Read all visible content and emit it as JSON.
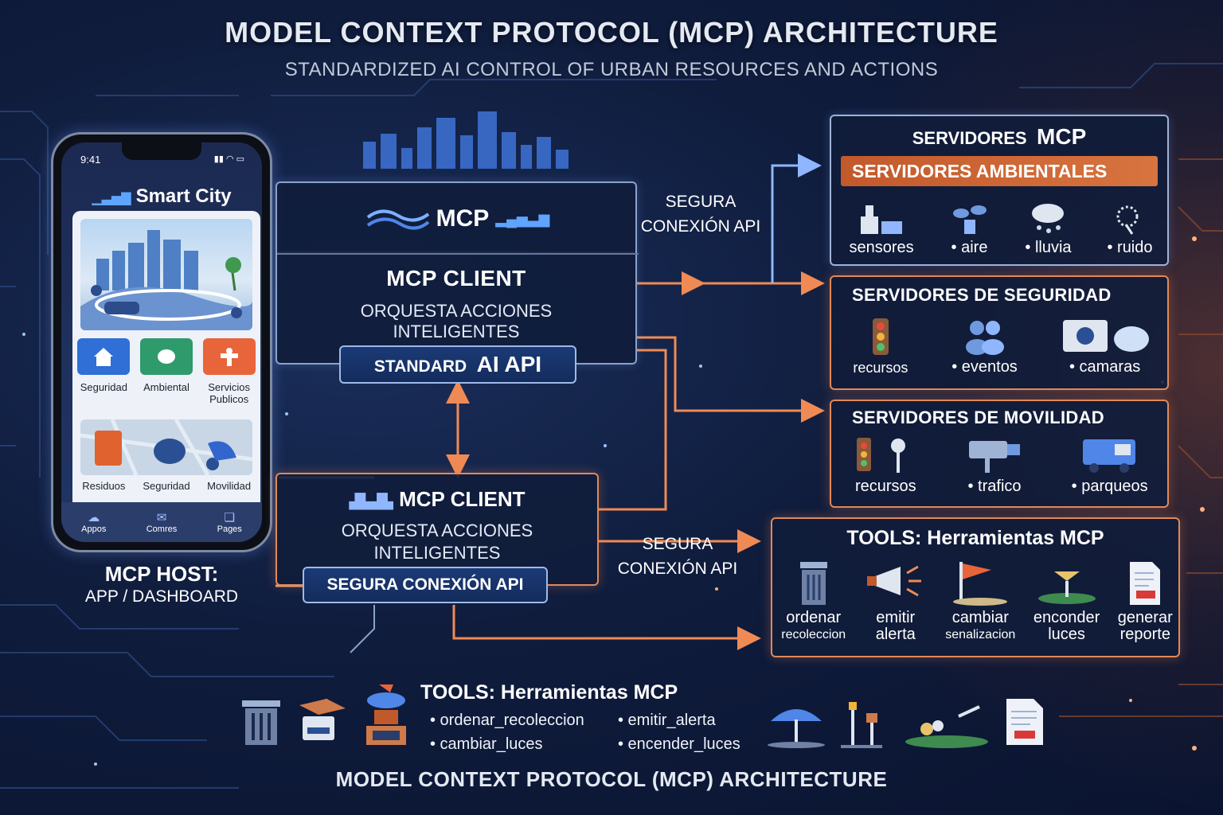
{
  "header": {
    "title": "MODEL CONTEXT PROTOCOL (MCP) ARCHITECTURE",
    "subtitle": "STANDARDIZED AI CONTROL OF URBAN RESOURCES AND ACTIONS"
  },
  "footer": {
    "title": "MODEL CONTEXT PROTOCOL (MCP) ARCHITECTURE"
  },
  "phone": {
    "time": "9:41",
    "app_title": "Smart City",
    "tiles_top": [
      "Seguridad",
      "Ambiental",
      "Servicios Publicos"
    ],
    "tiles_bottom": [
      "Residuos",
      "Seguridad",
      "Movilidad"
    ],
    "nav": [
      "Appos",
      "Comres",
      "Pages"
    ]
  },
  "host": {
    "label": "MCP HOST:",
    "sub": "APP / DASHBOARD"
  },
  "mcp_logo": "MCP",
  "client_top": {
    "title": "MCP CLIENT",
    "desc_1": "ORQUESTA ACCIONES",
    "desc_2": "INTELIGENTES",
    "api_small": "STANDARD",
    "api_big": "AI API"
  },
  "client_bottom": {
    "title": "MCP CLIENT",
    "desc_1": "ORQUESTA ACCIONES",
    "desc_2": "INTELIGENTES",
    "api": "SEGURA CONEXIÓN API"
  },
  "connection_top": {
    "line1": "SEGURA",
    "line2": "CONEXIÓN API"
  },
  "connection_bottom": {
    "line1": "SEGURA",
    "line2": "CONEXIÓN API"
  },
  "servers": {
    "heading_small": "SERVIDORES",
    "heading_big": "MCP",
    "ambientales": {
      "title": "SERVIDORES AMBIENTALES",
      "items": [
        "sensores",
        "• aire",
        "• lluvia",
        "• ruido"
      ]
    },
    "seguridad": {
      "title": "SERVIDORES DE SEGURIDAD",
      "items": [
        "recursos",
        "• eventos",
        "• camaras"
      ]
    },
    "movilidad": {
      "title": "SERVIDORES DE MOVILIDAD",
      "items": [
        "recursos",
        "• trafico",
        "• parqueos"
      ]
    }
  },
  "tools_right": {
    "title": "TOOLS: Herramientas MCP",
    "items": [
      {
        "line1": "ordenar",
        "line2": "recoleccion"
      },
      {
        "line1": "emitir",
        "line2": "alerta"
      },
      {
        "line1": "cambiar",
        "line2": "senalizacion"
      },
      {
        "line1": "enconder",
        "line2": "luces"
      },
      {
        "line1": "generar",
        "line2": "reporte"
      }
    ]
  },
  "tools_bottom": {
    "title": "TOOLS: Herramientas MCP",
    "items": [
      "• ordenar_recoleccion",
      "• emitir_alerta",
      "• cambiar_luces",
      "• encender_luces"
    ]
  },
  "colors": {
    "accent_orange": "#e0895a",
    "accent_blue": "#8aa3c9",
    "panel": "#101c3a"
  }
}
